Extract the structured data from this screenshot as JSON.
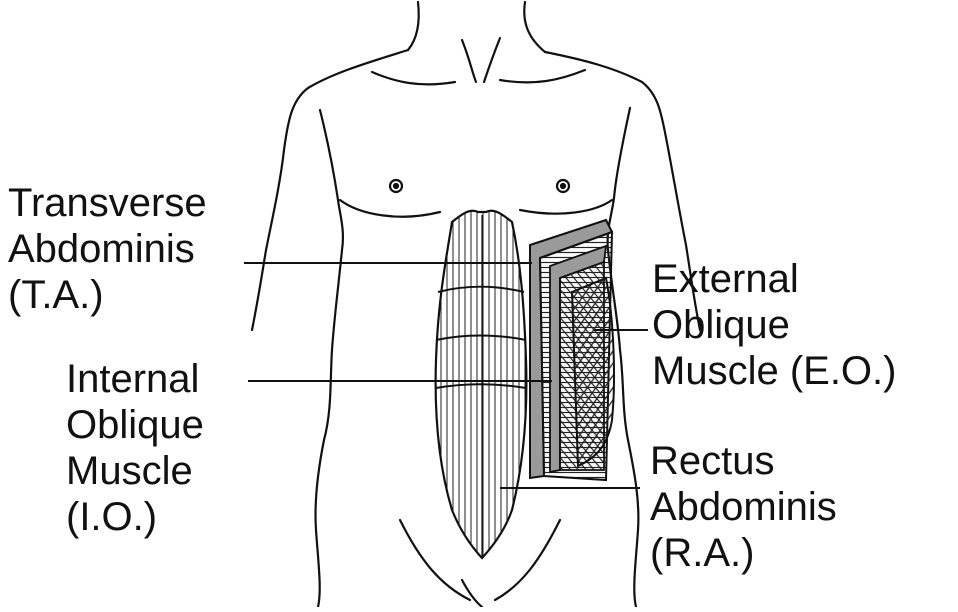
{
  "labels": {
    "transverse_abdominis": [
      "Transverse",
      "Abdominis",
      "(T.A.)"
    ],
    "internal_oblique": [
      "Internal",
      "Oblique",
      "Muscle",
      "(I.O.)"
    ],
    "external_oblique": [
      "External",
      "Oblique",
      "Muscle (E.O.)"
    ],
    "rectus_abdominis": [
      "Rectus",
      "Abdominis",
      "(R.A.)"
    ]
  },
  "colors": {
    "outline": "#111111",
    "muscle_band_fill": "#9a9a9a",
    "background": "#ffffff"
  }
}
